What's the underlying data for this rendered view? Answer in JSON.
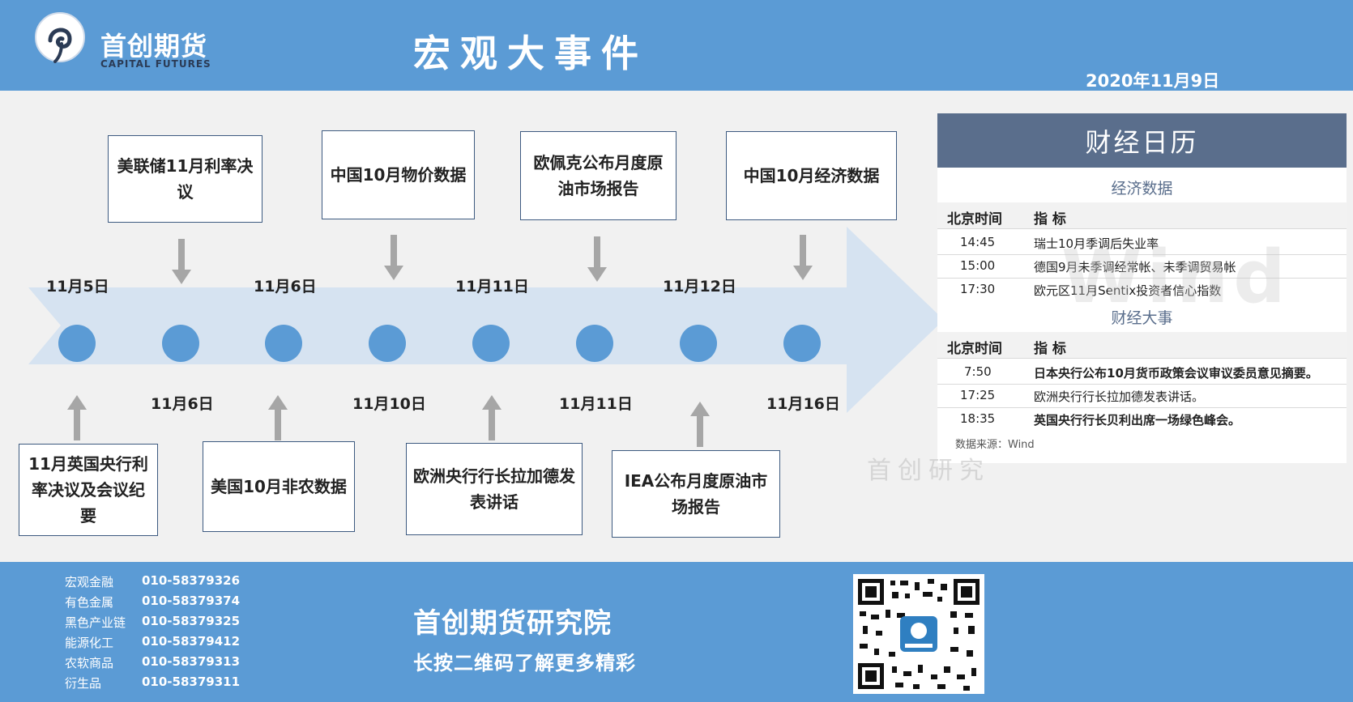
{
  "header": {
    "logo_cn": "首创期货",
    "logo_en": "CAPITAL FUTURES",
    "title": "宏观大事件",
    "date": "2020年11月9日"
  },
  "timeline": {
    "top_dates": [
      "11月5日",
      "11月6日",
      "11月11日",
      "11月12日"
    ],
    "bottom_dates": [
      "11月6日",
      "11月10日",
      "11月11日",
      "11月16日"
    ],
    "top_events": [
      "美联储11月利率决议",
      "中国10月物价数据",
      "欧佩克公布月度原油市场报告",
      "中国10月经济数据"
    ],
    "bottom_events": [
      "11月英国央行利率决议及会议纪要",
      "美国10月非农数据",
      "欧洲央行行长拉加德发表讲话",
      "IEA公布月度原油市场报告"
    ]
  },
  "calendar": {
    "title": "财经日历",
    "section_econ": "经济数据",
    "section_events": "财经大事",
    "col_time": "北京时间",
    "col_indicator": "指 标",
    "econ_rows": [
      {
        "time": "14:45",
        "item": "瑞士10月季调后失业率"
      },
      {
        "time": "15:00",
        "item": "德国9月未季调经常帐、未季调贸易帐"
      },
      {
        "time": "17:30",
        "item": "欧元区11月Sentix投资者信心指数"
      }
    ],
    "event_rows": [
      {
        "time": "7:50",
        "item": "日本央行公布10月货币政策会议审议委员意见摘要。"
      },
      {
        "time": "17:25",
        "item": "欧洲央行行长拉加德发表讲话。"
      },
      {
        "time": "18:35",
        "item": "英国央行行长贝利出席一场绿色峰会。"
      }
    ],
    "source": "数据来源：Wind",
    "watermark": "Wind",
    "watermark2": "首创研究"
  },
  "footer": {
    "contacts": [
      {
        "dept": "宏观金融",
        "phone": "010-58379326"
      },
      {
        "dept": "有色金属",
        "phone": "010-58379374"
      },
      {
        "dept": "黑色产业链",
        "phone": "010-58379325"
      },
      {
        "dept": "能源化工",
        "phone": "010-58379412"
      },
      {
        "dept": "农软商品",
        "phone": "010-58379313"
      },
      {
        "dept": "衍生品",
        "phone": "010-58379311"
      }
    ],
    "name": "首创期货研究院",
    "slogan": "长按二维码了解更多精彩"
  },
  "colors": {
    "brand_blue": "#5b9bd5",
    "calendar_header": "#5a6e8c",
    "timeline_arrow": "#d6e3f1",
    "node": "#5b9bd5"
  },
  "icons": [
    "logo-icon",
    "down-arrow-icon",
    "up-arrow-icon",
    "qr-code-icon"
  ]
}
